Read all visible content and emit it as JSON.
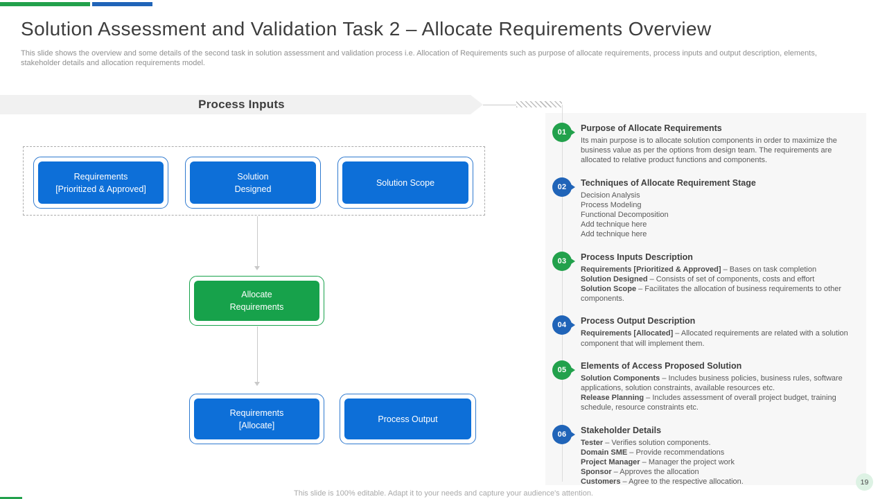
{
  "colors": {
    "green": "#22a14c",
    "blue": "#2064b8",
    "box_blue": "#0d6fd8",
    "box_green": "#17a24b"
  },
  "header": {
    "title": "Solution Assessment and Validation Task 2 – Allocate Requirements Overview",
    "subtitle": "This slide shows the overview and some details of the second task in solution assessment and validation process i.e. Allocation of Requirements such as purpose of allocate requirements, process inputs and output description, elements, stakeholder details and allocation requirements model."
  },
  "banner": {
    "label": "Process Inputs"
  },
  "flowchart": {
    "inputs": [
      {
        "label": "Requirements\n[Prioritized & Approved]"
      },
      {
        "label": "Solution\nDesigned"
      },
      {
        "label": "Solution Scope"
      }
    ],
    "process": {
      "label": "Allocate\nRequirements"
    },
    "outputs": [
      {
        "label": "Requirements\n[Allocate]"
      },
      {
        "label": "Process Output"
      }
    ]
  },
  "panel": {
    "items": [
      {
        "num": "01",
        "accent": "green",
        "heading": "Purpose of Allocate Requirements",
        "lines": [
          {
            "bold": "",
            "text": "Its main purpose is to allocate solution components in order to maximize the business value as per the options from design team. The requirements are allocated to relative product functions and components."
          }
        ]
      },
      {
        "num": "02",
        "accent": "blue",
        "heading": "Techniques of Allocate Requirement Stage",
        "lines": [
          {
            "bold": "",
            "text": "Decision Analysis"
          },
          {
            "bold": "",
            "text": "Process Modeling"
          },
          {
            "bold": "",
            "text": "Functional Decomposition"
          },
          {
            "bold": "",
            "text": "Add technique here"
          },
          {
            "bold": "",
            "text": "Add technique here"
          }
        ]
      },
      {
        "num": "03",
        "accent": "green",
        "heading": "Process Inputs Description",
        "lines": [
          {
            "bold": "Requirements [Prioritized & Approved]",
            "text": " – Bases on task completion"
          },
          {
            "bold": "Solution Designed",
            "text": " – Consists of set of components, costs and effort"
          },
          {
            "bold": "Solution Scope",
            "text": " – Facilitates the allocation of business requirements to other components."
          }
        ]
      },
      {
        "num": "04",
        "accent": "blue",
        "heading": "Process Output Description",
        "lines": [
          {
            "bold": "Requirements [Allocated]",
            "text": " – Allocated requirements are related with a solution component that will implement them."
          }
        ]
      },
      {
        "num": "05",
        "accent": "green",
        "heading": "Elements of Access Proposed Solution",
        "lines": [
          {
            "bold": "Solution Components",
            "text": " – Includes business policies, business rules, software applications, solution constraints, available resources etc."
          },
          {
            "bold": "Release Planning",
            "text": " – Includes assessment of overall project budget, training schedule, resource constraints etc."
          }
        ]
      },
      {
        "num": "06",
        "accent": "blue",
        "heading": "Stakeholder Details",
        "lines": [
          {
            "bold": "Tester",
            "text": " – Verifies solution components."
          },
          {
            "bold": "Domain SME",
            "text": " – Provide recommendations"
          },
          {
            "bold": "Project Manager",
            "text": " – Manager the project work"
          },
          {
            "bold": "Sponsor",
            "text": " – Approves the allocation"
          },
          {
            "bold": "Customers",
            "text": " – Agree to the respective allocation."
          }
        ]
      }
    ]
  },
  "footer": {
    "note": "This slide is 100% editable. Adapt it to your needs and capture your audience's attention.",
    "page_number": "19"
  }
}
